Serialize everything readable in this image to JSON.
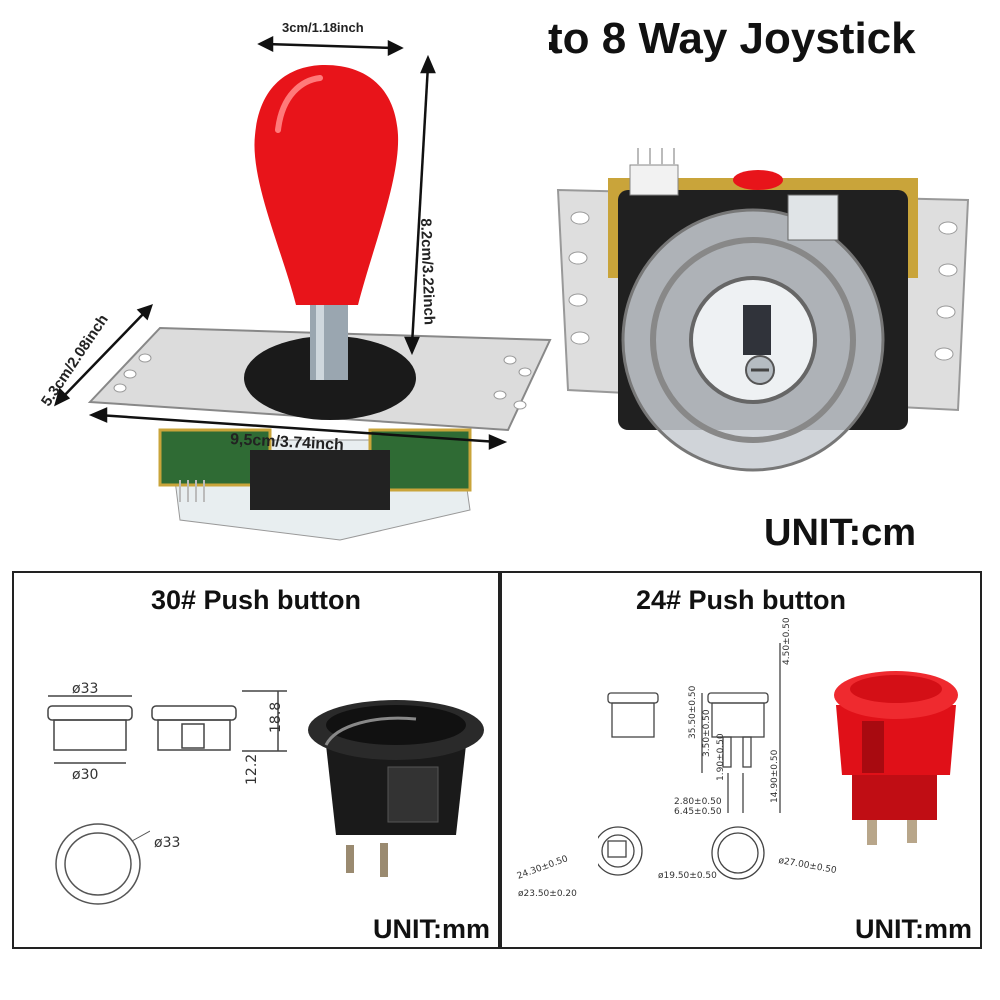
{
  "header": {
    "title": "to 8 Way Joystick"
  },
  "joystick": {
    "dims": {
      "width_top": "3cm/1.18inch",
      "height": "8.2cm/3.22inch",
      "depth": "5.3cm/2.08inch",
      "length": "9,5cm/3.74inch"
    },
    "unit": "UNIT:cm",
    "colors": {
      "ball": "#e8141a",
      "plate": "#d8d8d8",
      "pcb": "#2f6b34"
    }
  },
  "button30": {
    "title": "30# Push button",
    "dims": {
      "top_dia": "ø33",
      "bottom_dia": "ø30",
      "height1": "18.8",
      "height2": "12.2",
      "ring_dia": "ø33"
    },
    "unit": "UNIT:mm",
    "color": "#1a1a1a"
  },
  "button24": {
    "title": "24# Push button",
    "dims": {
      "d1": "35.50±0.50",
      "d2": "3.50±0.50",
      "d3": "4.50±0.50",
      "d4": "1.90±0.50",
      "d5": "14.90±0.50",
      "d6": "2.80±0.50",
      "d7": "6.45±0.50",
      "d8": "24.30±0.50",
      "d9": "ø23.50±0.20",
      "d10": "ø19.50±0.50",
      "d11": "ø27.00±0.50"
    },
    "unit": "UNIT:mm",
    "color": "#e01018"
  }
}
